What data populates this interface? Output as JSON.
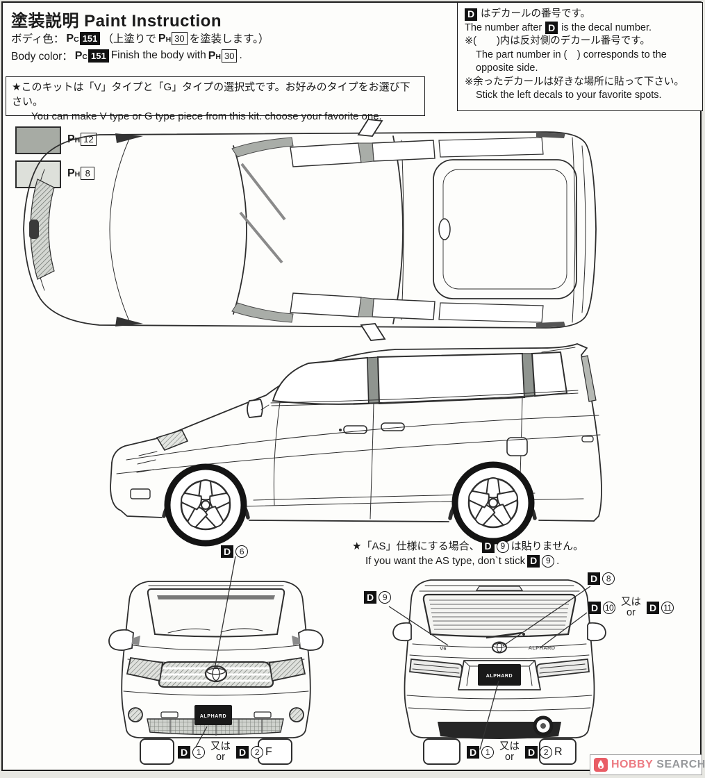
{
  "header": {
    "title": "塗装説明 Paint Instruction",
    "body_color_jp": {
      "label": "ボディ色：",
      "mid": "（上塗りで",
      "end": "を塗装します。）"
    },
    "body_color_en": {
      "label": "Body color：",
      "mid": "Finish the body with",
      "end": "."
    },
    "paint_body": {
      "prefix": "P",
      "sub": "C",
      "number": "151"
    },
    "paint_finish": {
      "prefix": "P",
      "sub": "H",
      "number": "30"
    }
  },
  "decal_note": {
    "badge": "D",
    "line1_jp": "はデカールの番号です。",
    "line1_en_pre": "The number after",
    "line1_en_post": "is the decal number.",
    "line2_jp": "※(　　)内は反対側のデカール番号です。",
    "line2_en_a": "The part number in (　) corresponds to the",
    "line2_en_b": "opposite side.",
    "line3_jp": "※余ったデカールは好きな場所に貼って下さい。",
    "line3_en": "Stick the left decals to your favorite spots."
  },
  "kit_note": {
    "jp": "★このキットは「V」タイプと「G」タイプの選択式です。お好みのタイプをお選び下さい。",
    "en": "You can make V type or G type piece from this kit. choose your favorite one."
  },
  "swatches": [
    {
      "prefix": "P",
      "sub": "H",
      "number": "12",
      "color": "#a7aba4"
    },
    {
      "prefix": "P",
      "sub": "H",
      "number": "8",
      "color": "#dde0da"
    }
  ],
  "as_note": {
    "jp_pre": "★「AS」仕様にする場合、",
    "jp_post": "は貼りません。",
    "en_pre": "If you want the AS type, don`t stick",
    "en_post": ".",
    "badge": "D",
    "num": "9"
  },
  "labels": {
    "d": "D",
    "or_jp": "又は",
    "or_en": "or",
    "n1": "1",
    "n2": "2",
    "n6": "6",
    "n8": "8",
    "n9": "9",
    "n10": "10",
    "n11": "11",
    "front_suffix": "F",
    "rear_suffix": "R"
  },
  "vehicle": {
    "front_plate": "ALPHARD",
    "rear_plate": "ALPHARD",
    "rear_badge_left": "V6",
    "rear_badge_right": "ALPHARD"
  },
  "watermark": {
    "word1": "HOBBY",
    "word2": "SEARCH"
  }
}
